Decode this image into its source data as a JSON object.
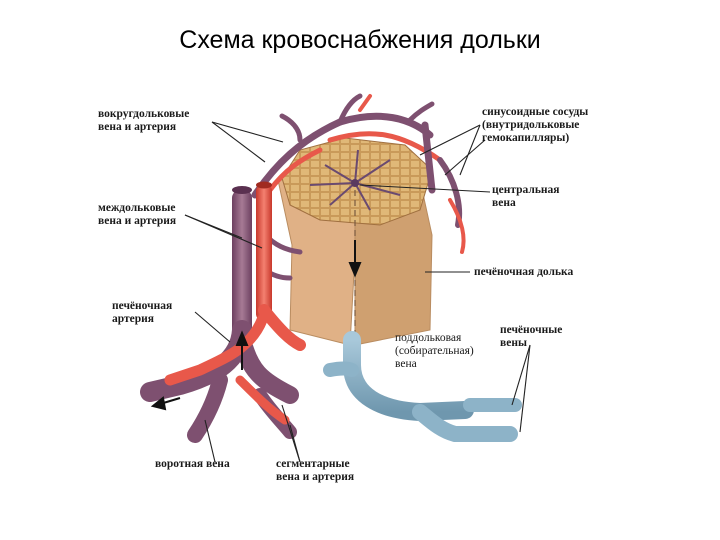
{
  "title": "Схема кровоснабжения дольки",
  "labels": {
    "perilobular": [
      "вокругдольковые",
      "вена и артерия"
    ],
    "sinusoid": [
      "синусоидные сосуды",
      "(внутридольковые",
      "гемокапилляры)"
    ],
    "interlobular": [
      "междольковые",
      "вена и артерия"
    ],
    "central": [
      "центральная",
      "вена"
    ],
    "hepatic_artery": [
      "печёночная",
      "артерия"
    ],
    "lobule": [
      "печёночная долька"
    ],
    "sublobular": [
      "поддольковая",
      "(собирательная)",
      "вена"
    ],
    "hepatic_veins": [
      "печёночные",
      "вены"
    ],
    "portal_vein": [
      "воротная вена"
    ],
    "segmental": [
      "сегментарные",
      "вена и артерия"
    ]
  },
  "colors": {
    "vein_purple": "#8a5a78",
    "artery_red": "#e8584a",
    "lobule_tan": "#dcae80",
    "hepatic_vein_blue": "#8db3c8",
    "pointer_line": "#222222"
  }
}
